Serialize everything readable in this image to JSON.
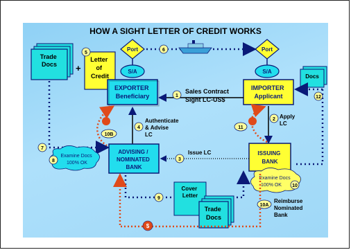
{
  "title": "HOW A SIGHT LETTER OF CREDIT WORKS",
  "nodes": {
    "trade_docs_top": "Trade Docs",
    "letter_of_credit": "Letter of Credit",
    "port_left": "Port",
    "port_right": "Port",
    "sa_left": "S/A",
    "sa_right": "S/A",
    "exporter": [
      "EXPORTER",
      "Beneficiary"
    ],
    "importer": [
      "IMPORTER",
      "Applicant"
    ],
    "docs_right": "Docs",
    "advising_bank": [
      "ADVISING /",
      "NOMINATED",
      "BANK"
    ],
    "issuing_bank": [
      "ISSUING",
      "BANK"
    ],
    "cover_letter": [
      "Cover",
      "Letter"
    ],
    "trade_docs_bottom": [
      "Trade",
      "Docs"
    ],
    "examine_left": [
      "Examine Docs",
      "100% OK"
    ],
    "examine_right": [
      "Examine Docs",
      "100% OK"
    ],
    "money_symbol": "$",
    "plus": "+"
  },
  "labels": {
    "sales_contract": [
      "Sales Contract",
      "Sight LC-US$"
    ],
    "authenticate": [
      "Authenticate",
      "& Advise",
      "LC"
    ],
    "apply": [
      "Apply",
      "LC"
    ],
    "issue": "Issue LC",
    "reimburse": [
      "Reimburse",
      "Nominated",
      "Bank"
    ]
  },
  "steps": {
    "s1": "1",
    "s2": "2",
    "s3": "3",
    "s4": "4",
    "s5": "5",
    "s6": "6",
    "s7": "7",
    "s8": "8",
    "s9": "9",
    "s10": "10",
    "s10a": "10A",
    "s10b": "10B",
    "s11": "11",
    "s12": "12"
  },
  "colors": {
    "navy": "#0a1a78",
    "money": "#e04a1a",
    "yellow": "#ffff33",
    "cyan": "#22ddee",
    "doc": "#22e0e0",
    "note": "#ffff99"
  }
}
